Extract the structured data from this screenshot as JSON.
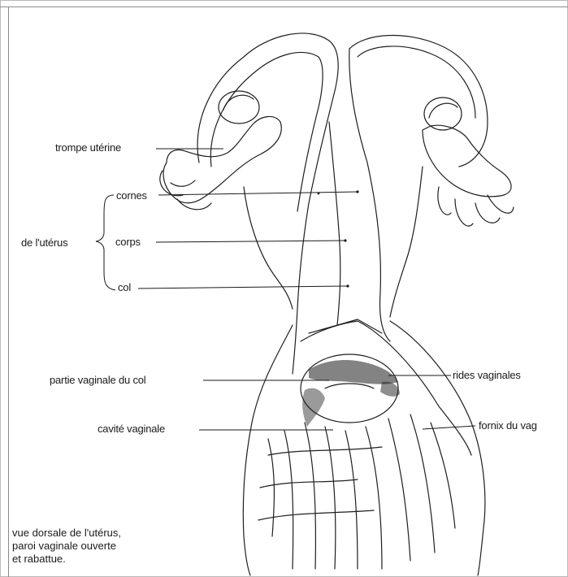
{
  "labels": {
    "trompe": "trompe utérine",
    "cornes": "cornes",
    "de_uterus": "de l'utérus",
    "corps": "corps",
    "col": "col",
    "partie_vaginale": "partie vaginale du col",
    "rides": "rides vaginales",
    "cavite": "cavité vaginale",
    "fornix": "fornix du vag"
  },
  "caption": {
    "line1": "vue dorsale de l'utérus,",
    "line2": "paroi vaginale ouverte",
    "line3": "et rabattue."
  }
}
